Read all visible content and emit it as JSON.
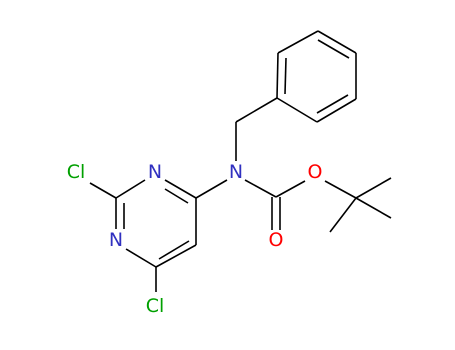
{
  "molecule": {
    "atoms": {
      "cl_top": {
        "text": "Cl",
        "color": "#00a000"
      },
      "n_ring_top": {
        "text": "N",
        "color": "#3030c0"
      },
      "n_ring_bottom": {
        "text": "N",
        "color": "#3030c0"
      },
      "cl_bottom": {
        "text": "Cl",
        "color": "#00a000"
      },
      "n_amine": {
        "text": "N",
        "color": "#3030c0"
      },
      "o_ester": {
        "text": "O",
        "color": "#ff0000"
      },
      "o_carbonyl": {
        "text": "O",
        "color": "#ff0000"
      }
    },
    "bond_color": "#000000",
    "background": "#ffffff"
  }
}
